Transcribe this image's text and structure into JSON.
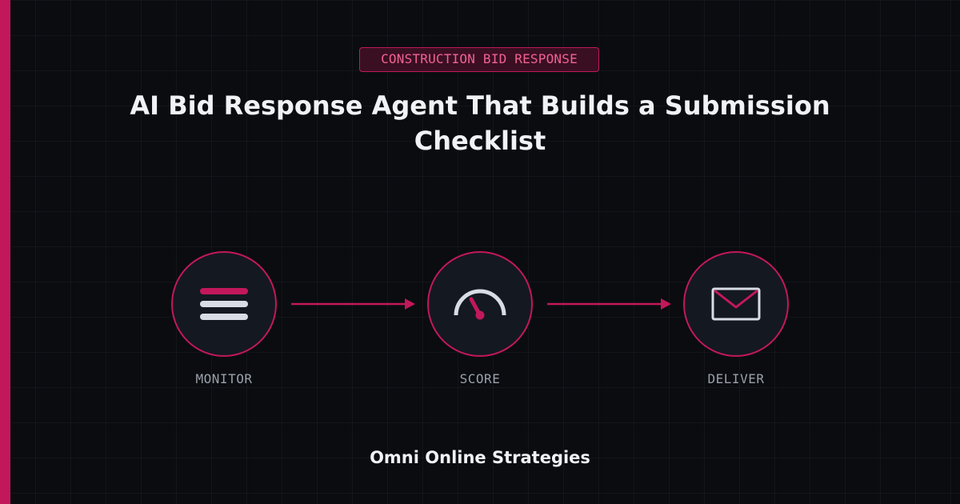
{
  "badge": {
    "label": "CONSTRUCTION BID RESPONSE"
  },
  "title": "AI Bid Response Agent That Builds a Submission Checklist",
  "steps": [
    {
      "label": "MONITOR",
      "icon": "list-icon"
    },
    {
      "label": "SCORE",
      "icon": "gauge-icon"
    },
    {
      "label": "DELIVER",
      "icon": "envelope-icon"
    }
  ],
  "footer": {
    "brand": "Omni Online Strategies"
  },
  "colors": {
    "accent": "#c2185b",
    "background": "#0a0c10",
    "circle_fill": "#141821",
    "text": "#f1f2f6",
    "muted": "#9aa0aa",
    "icon": "#d8dce4"
  }
}
